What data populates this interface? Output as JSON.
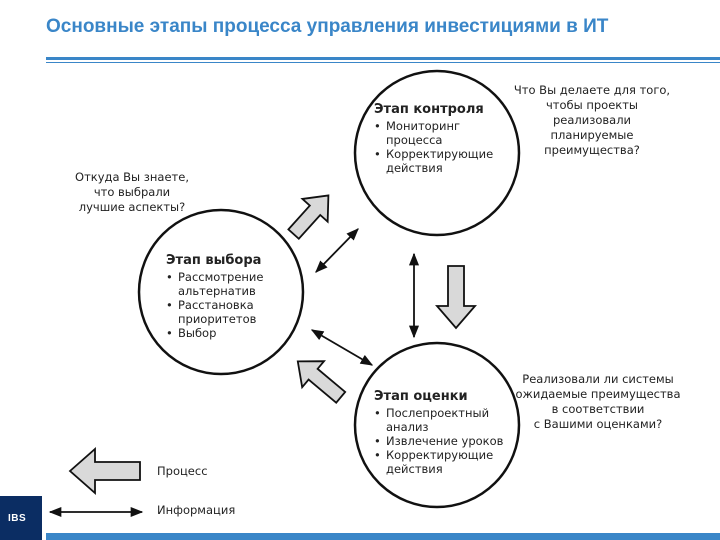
{
  "title": "Основные этапы процесса управления инвестициями в ИТ",
  "logo": "IBS",
  "stages": {
    "control": {
      "title": "Этап контроля",
      "items": [
        "Мониторинг\nпроцесса",
        "Корректирующие\nдействия"
      ]
    },
    "selection": {
      "title": "Этап выбора",
      "items": [
        "Рассмотрение\nальтернатив",
        "Расстановка\nприоритетов",
        "Выбор"
      ]
    },
    "evaluation": {
      "title": "Этап оценки",
      "items": [
        "Послепроектный\nанализ",
        "Извлечение уроков",
        "Корректирующие\nдействия"
      ]
    }
  },
  "questions": {
    "control": [
      "Что Вы делаете для того,",
      "чтобы проекты",
      "реализовали",
      "планируемые",
      "преимущества?"
    ],
    "selection": [
      "Откуда Вы знаете,",
      "что выбрали",
      "лучшие аспекты?"
    ],
    "evaluation": [
      "Реализовали ли системы",
      "ожидаемые преимущества",
      "в соответствии",
      "с Вашими оценками?"
    ]
  },
  "legend": {
    "process": "Процесс",
    "information": "Информация"
  },
  "colors": {
    "accent": "#3a86c8",
    "logo_bg": "#0b2d63",
    "arrow_fill": "#d9d9d9"
  }
}
